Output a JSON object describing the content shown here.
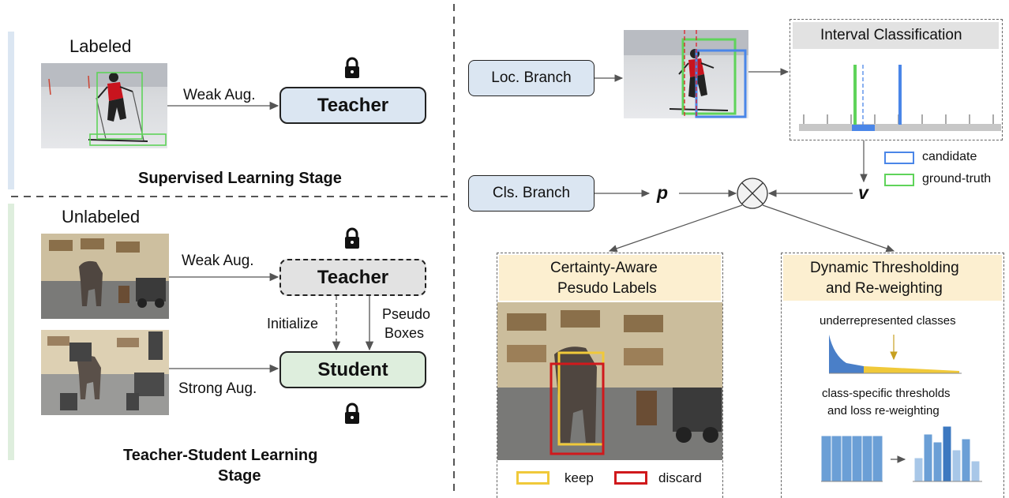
{
  "left_top": {
    "labeled": "Labeled",
    "weak_aug": "Weak Aug.",
    "teacher": "Teacher",
    "stage_title": "Supervised Learning Stage"
  },
  "left_bottom": {
    "unlabeled": "Unlabeled",
    "weak_aug": "Weak Aug.",
    "teacher": "Teacher",
    "initialize": "Initialize",
    "pseudo_boxes_line1": "Pseudo",
    "pseudo_boxes_line2": "Boxes",
    "strong_aug": "Strong Aug.",
    "student": "Student",
    "stage_title_line1": "Teacher-Student Learning",
    "stage_title_line2": "Stage"
  },
  "right": {
    "loc_branch": "Loc. Branch",
    "cls_branch": "Cls. Branch",
    "interval_classification": "Interval Classification",
    "legend_candidate": "candidate",
    "legend_ground_truth": "ground-truth",
    "p_symbol": "p",
    "v_symbol": "v",
    "certainty_line1": "Certainty-Aware",
    "certainty_line2": "Pesudo Labels",
    "keep": "keep",
    "discard": "discard",
    "dynamic_line1": "Dynamic Thresholding",
    "dynamic_line2": "and Re-weighting",
    "underrepresented": "underrepresented classes",
    "class_specific_line1": "class-specific thresholds",
    "class_specific_line2": "and loss re-weighting"
  },
  "colors": {
    "teacher_fill": "#dbe6f2",
    "student_fill": "#deeedd",
    "teacher_dashed_fill": "#e2e2e2",
    "header_fill": "#fcefd0",
    "candidate": "#4a86e8",
    "ground_truth": "#5fd35a",
    "keep": "#f0c93a",
    "discard": "#d0191c",
    "bar_light": "#a8c7e8",
    "bar_mid": "#6b9fd6",
    "bar_dark": "#3c78c0"
  }
}
